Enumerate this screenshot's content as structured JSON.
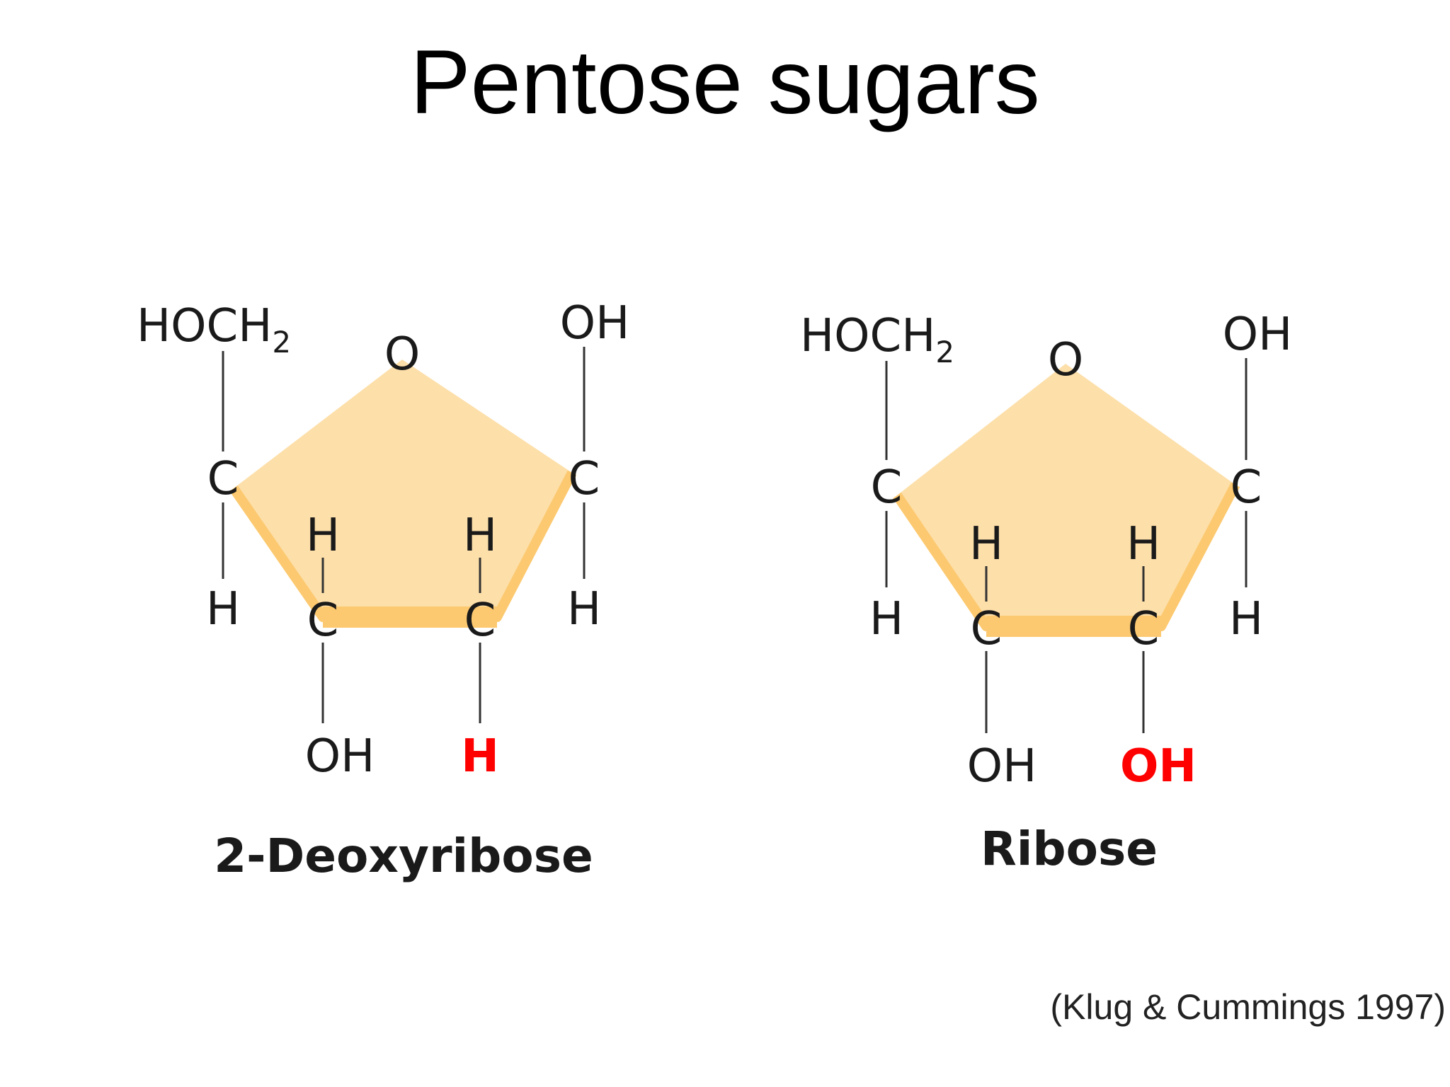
{
  "slide": {
    "title": "Pentose sugars",
    "citation": "(Klug & Cummings 1997)"
  },
  "colors": {
    "ring_fill": "#fddfa9",
    "ring_edge": "#fcc970",
    "highlight": "#ff0000"
  },
  "molecules": [
    {
      "name": "2-Deoxyribose",
      "ring_oxygen": "O",
      "carbon_label": "C",
      "c4_top_group": "HOCH",
      "c4_top_subscript": "2",
      "c4_bottom": "H",
      "c1_top": "OH",
      "c1_bottom": "H",
      "c3_top": "H",
      "c3_bottom": "OH",
      "c2_top": "H",
      "c2_bottom_highlight": "H"
    },
    {
      "name": "Ribose",
      "ring_oxygen": "O",
      "carbon_label": "C",
      "c4_top_group": "HOCH",
      "c4_top_subscript": "2",
      "c4_bottom": "H",
      "c1_top": "OH",
      "c1_bottom": "H",
      "c3_top": "H",
      "c3_bottom": "OH",
      "c2_top": "H",
      "c2_bottom_highlight": "OH"
    }
  ]
}
